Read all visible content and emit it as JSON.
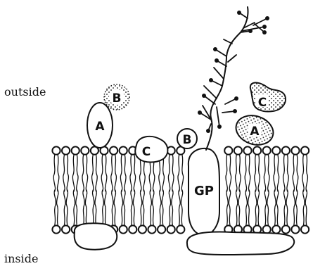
{
  "labels": {
    "outside": "outside",
    "inside": "inside"
  },
  "proteins": {
    "a_left": "A",
    "b_top": "B",
    "c_left": "C",
    "b_mid": "B",
    "gp": "GP",
    "c_right": "C",
    "a_right": "A"
  },
  "colors": {
    "ink": "#111111",
    "background": "#ffffff"
  }
}
